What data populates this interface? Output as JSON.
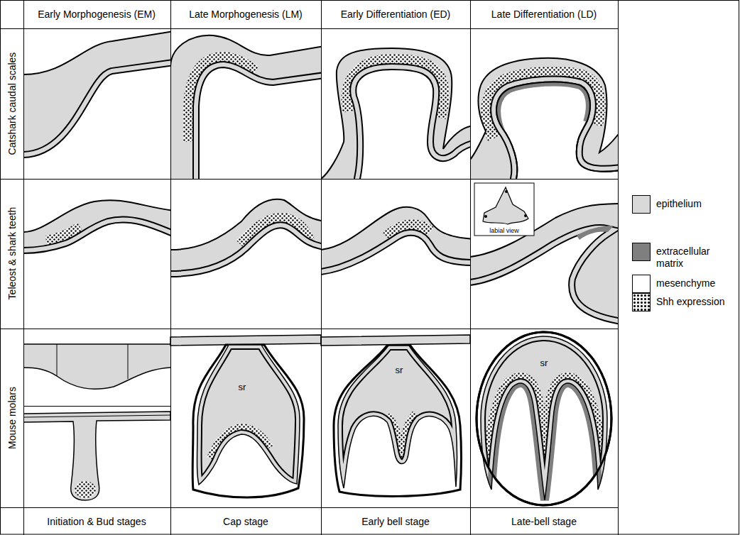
{
  "diagram": {
    "labels": [
      "Early Morphogenesis (EM)",
      "Late Morphogenesis (LM)",
      "Early Differentiation (ED)",
      "Late Differentiation (LD)",
      "Catshark caudal scales",
      "Teleost & shark teeth",
      "Mouse molars",
      "labial view",
      "sr",
      "sr",
      "sr",
      "Initiation & Bud stages",
      "Cap stage",
      "Early bell stage",
      "Late-bell stage"
    ],
    "legend": [
      {
        "text": "epithelium",
        "color": "#d9d9d9"
      },
      {
        "text": "extracellular matrix",
        "color": "#7f7f7f"
      },
      {
        "text": "mesenchyme",
        "color": "#ffffff"
      },
      {
        "text": "Shh expression"
      }
    ]
  }
}
